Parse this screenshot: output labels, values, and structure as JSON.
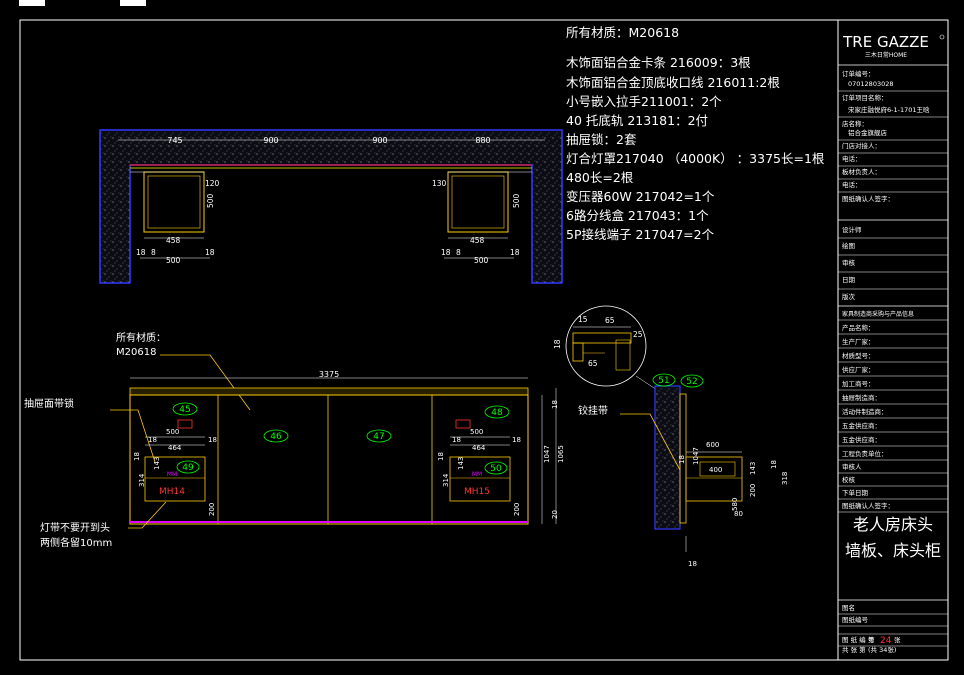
{
  "materials": {
    "header": "所有材质：M20618",
    "lines": [
      "木饰面铝合金卡条  216009：3根",
      "木饰面铝合金顶底收口线 216011:2根",
      "小号嵌入拉手211001：2个",
      "40 托底轨 213181：2付",
      "抽屉锁：2套",
      "灯合灯罩217040  （4000K）  ：3375长=1根",
      "480长=2根",
      "变压器60W 217042=1个",
      "6路分线盒 217043：1个",
      "5P接线端子 217047=2个"
    ]
  },
  "plan": {
    "dims_top": [
      "745",
      "900",
      "900",
      "880"
    ],
    "left_box": {
      "w1": "120",
      "h": "500",
      "w": "458",
      "dim_bottom": "500",
      "d1": "18",
      "d2": "18",
      "d3": "8"
    },
    "right_box": {
      "w1": "130",
      "h": "500",
      "w": "458",
      "dim_bottom": "500",
      "d1": "18",
      "d2": "18",
      "d3": "8"
    }
  },
  "elevation": {
    "material_note_1": "所有材质：",
    "material_note_2": "M20618",
    "total_width": "3375",
    "panel_tags": [
      "45",
      "46",
      "47",
      "48"
    ],
    "drawer_tags": [
      "49",
      "50"
    ],
    "model_tags": [
      "MH14",
      "MH15"
    ],
    "small_tag": "MM",
    "left_dims": {
      "d500": "500",
      "d18": "18",
      "d464": "464",
      "d18b": "18",
      "d18c": "18",
      "d143": "143",
      "d314": "314",
      "d200": "200"
    },
    "right_dims": {
      "d500": "500",
      "d18": "18",
      "d464": "464",
      "d18b": "18",
      "d18c": "18",
      "d143": "143",
      "d314": "314",
      "d200": "200"
    },
    "side_dims": [
      "18",
      "1047",
      "1065",
      "20"
    ],
    "label_lock": "抽屉面带锁",
    "label_light1": "灯带不要开到头",
    "label_light2": "两侧各留10mm"
  },
  "detail": {
    "dims": [
      "15",
      "65",
      "18",
      "65",
      "25"
    ],
    "tags": [
      "51",
      "52"
    ],
    "label": "铰挂带",
    "side_dims": [
      "600",
      "400",
      "18",
      "1047",
      "143",
      "200",
      "580",
      "318",
      "18",
      "80",
      "18"
    ]
  },
  "title_block": {
    "brand": "TRE GAZZE",
    "brand_sub": "三木日常HOME",
    "order_no_label": "订单编号：",
    "order_no": "07012803028",
    "project_label": "订单项目名称：",
    "project": "宋家庄融悦府6-1-1701王晗",
    "store_label": "店名称：",
    "store": "铝合金旗舰店",
    "rows": [
      "门店对接人：",
      "电话：",
      "板材负责人：",
      "电话：",
      "图纸确认人签字："
    ],
    "designers": [
      "设计师",
      "绘图",
      "审核",
      "日期",
      "版次"
    ],
    "materials_header": "家具制造商采购与产品信息",
    "mat_rows": [
      "产品名称：",
      "生产厂家：",
      "材质型号：",
      "供应厂家：",
      "加工商号：",
      "抽屉制造商：",
      "活动件制造商：",
      "五金供应商：",
      "五金供应商：",
      "工程负责单位：",
      "审核人",
      "校核",
      "下单日期",
      "图纸确认人签字："
    ],
    "drawing_title_1": "老人房床头",
    "drawing_title_2": "墙板、床头柜",
    "footer_rows": [
      "图名",
      "图纸编号",
      "共 张 第"
    ],
    "sheet_no": "24",
    "sheet_prefix": "第",
    "sheet_suffix": "张",
    "total_label": "(共 34张)",
    "footer_left": "图 纸 编 号",
    "footer_left2": "共 张 第"
  }
}
